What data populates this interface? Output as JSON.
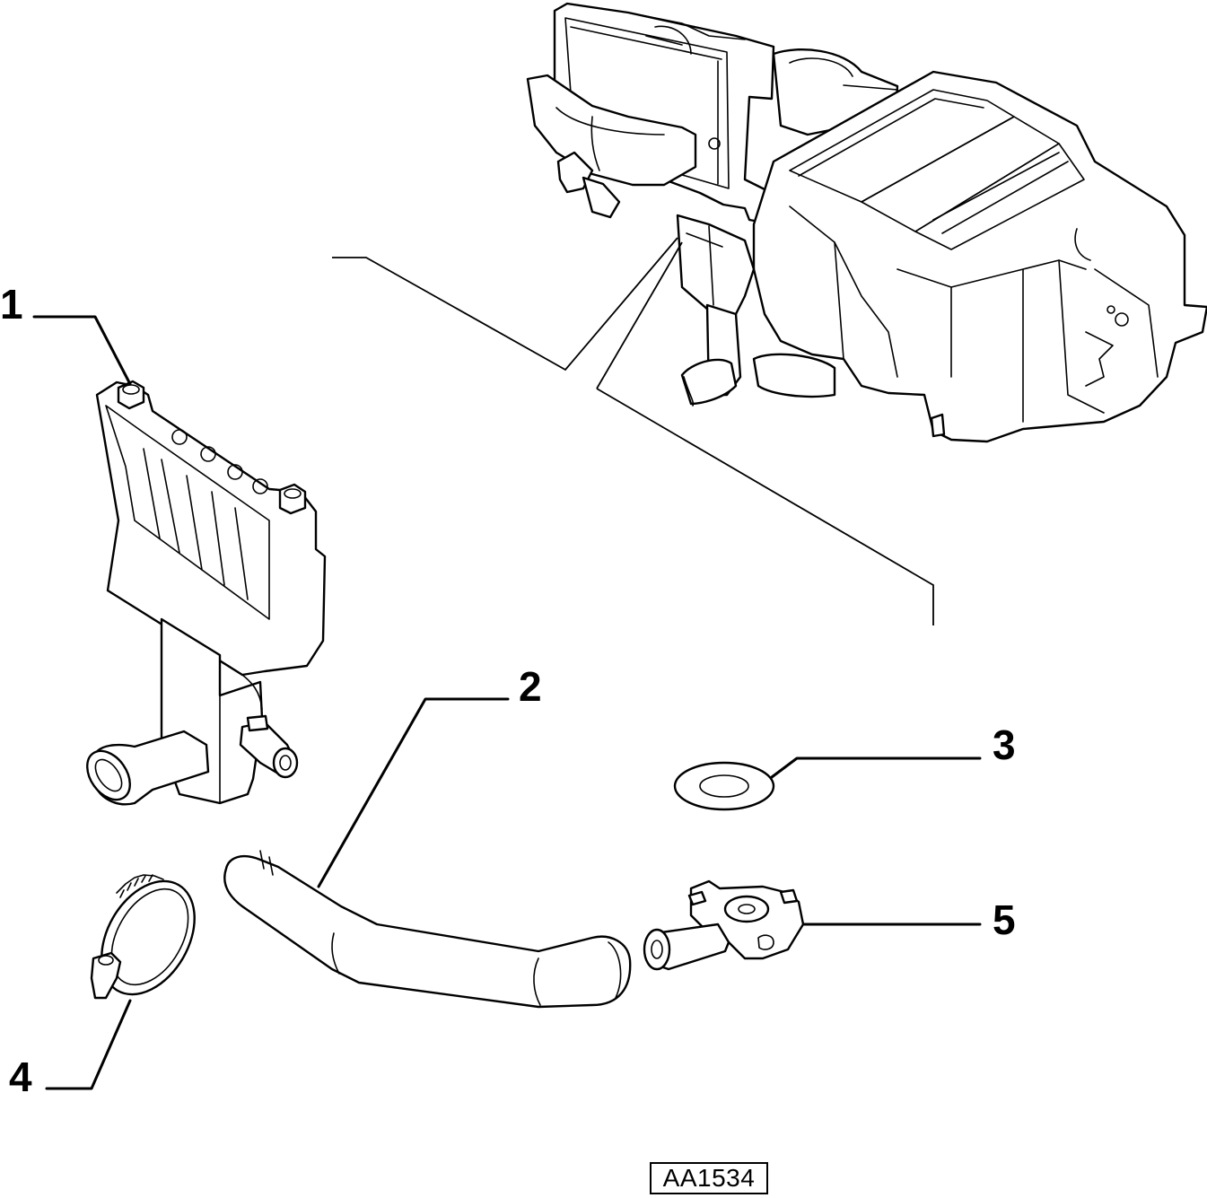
{
  "diagram": {
    "reference_code": "AA1534",
    "callouts": [
      {
        "number": "1",
        "part": "drain-manifold"
      },
      {
        "number": "2",
        "part": "hose"
      },
      {
        "number": "3",
        "part": "washer"
      },
      {
        "number": "4",
        "part": "hose-clamp"
      },
      {
        "number": "5",
        "part": "valve-fitting"
      }
    ],
    "colors": {
      "line": "#000000",
      "background": "#ffffff"
    }
  }
}
